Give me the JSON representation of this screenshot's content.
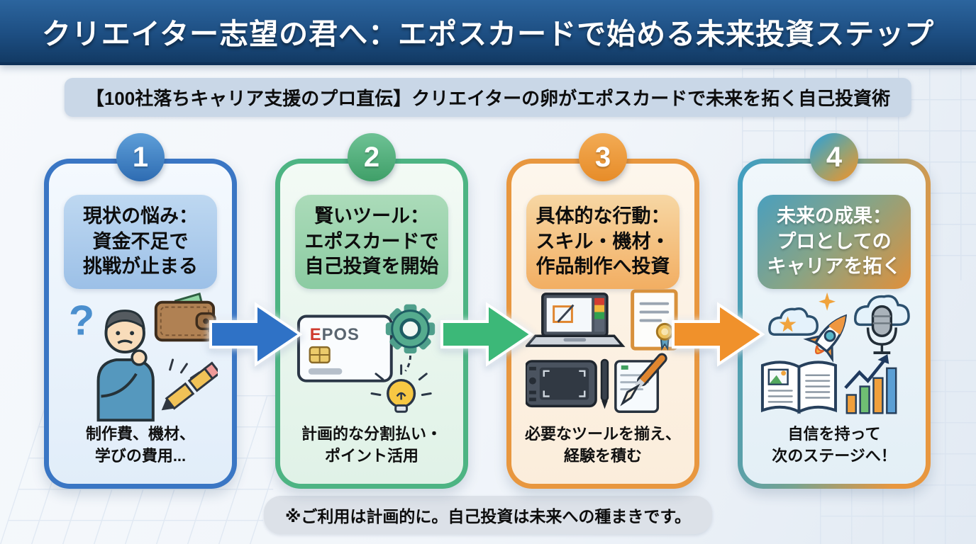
{
  "header": {
    "title": "クリエイター志望の君へ：エポスカードで始める未来投資ステップ"
  },
  "subtitle": {
    "text": "【100社落ちキャリア支援のプロ直伝】クリエイターの卵がエポスカードで未来を拓く自己投資術"
  },
  "steps": [
    {
      "number": "1",
      "title": "現状の悩み：\n資金不足で\n挑戦が止まる",
      "caption": "制作費、機材、\n学びの費用...",
      "accent": "#3a76c4",
      "icons": [
        "question-mark-icon",
        "thinking-person-icon",
        "wallet-icon",
        "broken-pencil-icon"
      ]
    },
    {
      "number": "2",
      "title": "賢いツール：\nエポスカードで\n自己投資を開始",
      "caption": "計画的な分割払い・\nポイント活用",
      "accent": "#4db483",
      "brand_first": "E",
      "brand_rest": "POS",
      "icons": [
        "epos-card-icon",
        "gear-icon",
        "lightbulb-icon"
      ]
    },
    {
      "number": "3",
      "title": "具体的な行動：\nスキル・機材・\n作品制作へ投資",
      "caption": "必要なツールを揃え、\n経験を積む",
      "accent": "#e8973f",
      "icons": [
        "laptop-icon",
        "certificate-icon",
        "pen-tablet-icon",
        "stylus-icon",
        "brush-document-icon"
      ]
    },
    {
      "number": "4",
      "title": "未来の成果：\nプロとしての\nキャリアを拓く",
      "caption": "自信を持って\n次のステージへ！",
      "accent_start": "#3f9ec2",
      "accent_end": "#e8973f",
      "icons": [
        "cloud-icon",
        "star-icon",
        "rocket-icon",
        "microphone-icon",
        "open-book-icon",
        "growth-chart-icon"
      ]
    }
  ],
  "arrows": [
    {
      "color": "#2f72c6"
    },
    {
      "color": "#3cb878"
    },
    {
      "color": "#f0912b"
    }
  ],
  "footer": {
    "text": "※ご利用は計画的に。自己投資は未来への種まきです。"
  },
  "colors": {
    "header_bg": "#1d4e82",
    "page_bg": "#f1f5fa",
    "subtitle_bg": "#c9d7e7",
    "footer_bg": "#dce1e8"
  }
}
